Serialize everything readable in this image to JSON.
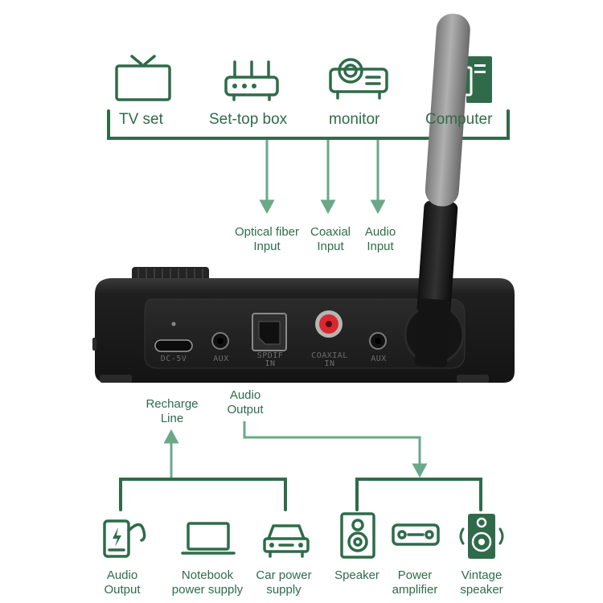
{
  "colors": {
    "accent": "#2f6b4a",
    "arrow": "#6aa888",
    "device": "#1e1e1e",
    "coax_red": "#d9282f"
  },
  "sources": {
    "tv_label": "TV set",
    "stb_label": "Set-top box",
    "monitor_label": "monitor",
    "computer_label": "Computer",
    "icons": [
      "tv-icon",
      "set-top-box-icon",
      "projector-icon",
      "computer-icon"
    ]
  },
  "inputs": {
    "optical": "Optical fiber\nInput",
    "coaxial": "Coaxial\nInput",
    "audio": "Audio\nInput"
  },
  "device_ports": {
    "dc": "DC-5V",
    "aux1": "AUX",
    "spdif": "SPDIF\nIN",
    "coaxial": "COAXIAL\nIN",
    "aux2": "AUX"
  },
  "outputs": {
    "recharge": "Recharge\nLine",
    "audio_output": "Audio\nOutput"
  },
  "power_sources": {
    "audio_output": "Audio\nOutput",
    "notebook": "Notebook\npower supply",
    "car": "Car power\nsupply"
  },
  "speakers": {
    "speaker": "Speaker",
    "amplifier": "Power\namplifier",
    "vintage": "Vintage\nspeaker"
  }
}
